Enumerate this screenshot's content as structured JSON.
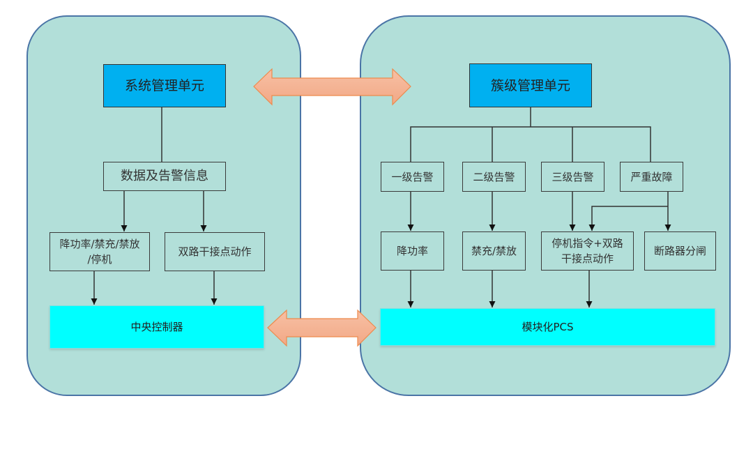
{
  "diagram": {
    "left_panel": {
      "title": "系统管理单元",
      "info": "数据及告警信息",
      "action_1": "降功率/禁充/禁放/停机",
      "action_1_lines": [
        "降功率/禁充/禁放",
        "/停机"
      ],
      "action_2": "双路干接点动作",
      "controller": "中央控制器"
    },
    "right_panel": {
      "title": "簇级管理单元",
      "alarms": [
        "一级告警",
        "二级告警",
        "三级告警",
        "严重故障"
      ],
      "actions": [
        "降功率",
        "禁充/禁放",
        "停机指令+双路干接点动作",
        "断路器分闸"
      ],
      "action_3_lines": [
        "停机指令+双路",
        "干接点动作"
      ],
      "pcs": "模块化PCS"
    },
    "connectors": {
      "top": "bidirectional-arrow",
      "bottom": "bidirectional-arrow"
    },
    "colors": {
      "panel_fill": "#b2dfd9",
      "panel_border": "#4a74a6",
      "management_unit": "#00b0f0",
      "controller": "#00ffff",
      "arrow_fill": "#f4b496",
      "arrow_border": "#ed8a4c"
    }
  }
}
